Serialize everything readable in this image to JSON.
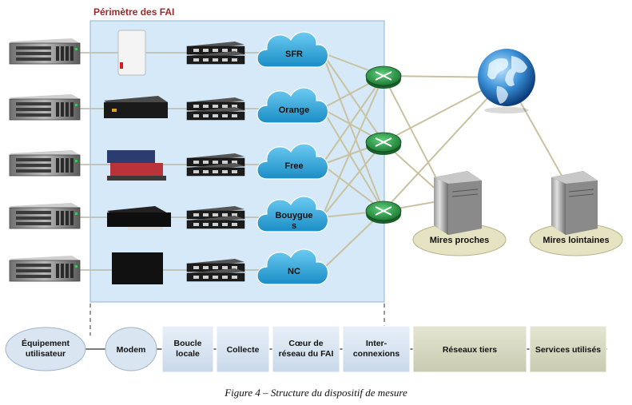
{
  "perimeter": {
    "title": "Périmètre des FAI"
  },
  "clouds": [
    {
      "line1": "SFR",
      "line2": ""
    },
    {
      "line1": "Orange",
      "line2": ""
    },
    {
      "line1": "Free",
      "line2": ""
    },
    {
      "line1": "Bouygue",
      "line2": "s"
    },
    {
      "line1": "NC",
      "line2": ""
    }
  ],
  "targets": {
    "near": "Mires proches",
    "far": "Mires lointaines"
  },
  "chain": [
    {
      "line1": "Équipement",
      "line2": "utilisateur"
    },
    {
      "line1": "Modem",
      "line2": ""
    },
    {
      "line1": "Boucle",
      "line2": "locale"
    },
    {
      "line1": "Collecte",
      "line2": ""
    },
    {
      "line1": "Cœur de",
      "line2": "réseau du FAI"
    },
    {
      "line1": "Inter-",
      "line2": "connexions"
    },
    {
      "line1": "Réseaux tiers",
      "line2": ""
    },
    {
      "line1": "Services utilisés",
      "line2": ""
    }
  ],
  "caption": "Figure 4 – Structure du dispositif de mesure",
  "colors": {
    "perimeter_fill": "#d6e9f8",
    "cloud": "#2ea8dc",
    "router": "#2e9a48",
    "chain_box": "#d9e6f2",
    "chain_box_dark": "#d6d9c2",
    "ellipse": "#e6e3c2"
  }
}
